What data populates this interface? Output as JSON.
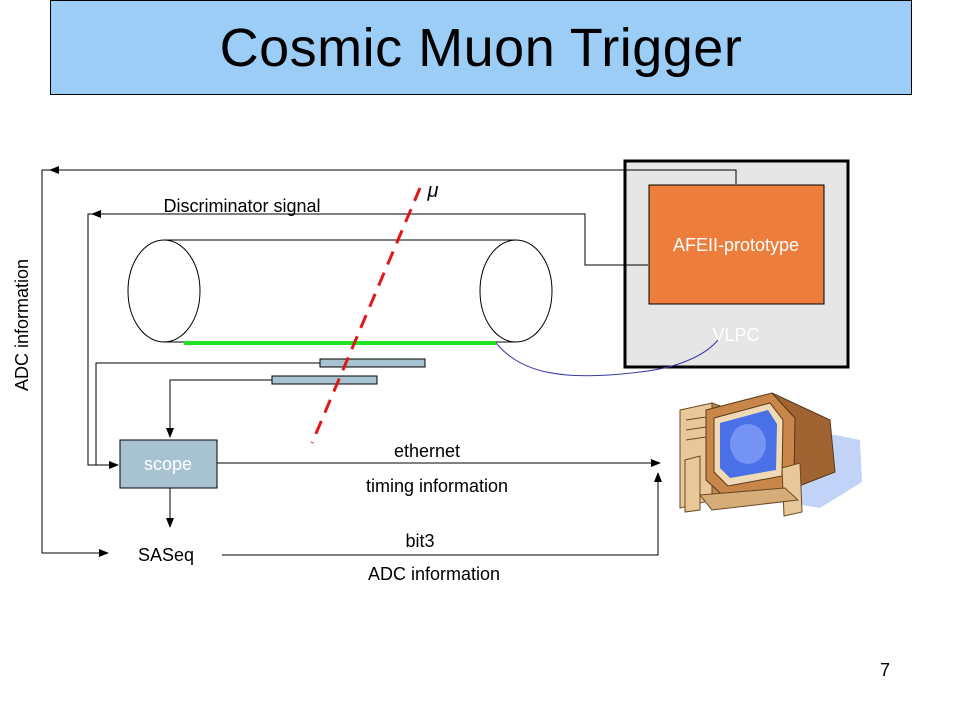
{
  "slide": {
    "title": "Cosmic Muon Trigger",
    "page_number": "7"
  },
  "diagram": {
    "labels": {
      "mu": "μ",
      "discriminator_signal": "Discriminator signal",
      "afeii": "AFEII-prototype",
      "vlpc": "VLPC",
      "adc_vertical": "ADC information",
      "scope": "scope",
      "ethernet": "ethernet",
      "timing": "timing information",
      "saseq": "SASeq",
      "bit3": "bit3",
      "adc_bottom": "ADC information"
    },
    "colors": {
      "title_bg": "#9ccdf6",
      "afeii_fill": "#ed7d3a",
      "vlpc_box_fill": "#e6e6e6",
      "scope_fill": "#a7c3d2",
      "fiber_green": "#22e022",
      "muon_track": "#e01818",
      "fiber_link": "#3a3aa8"
    },
    "icons": [
      "computer-icon"
    ]
  }
}
